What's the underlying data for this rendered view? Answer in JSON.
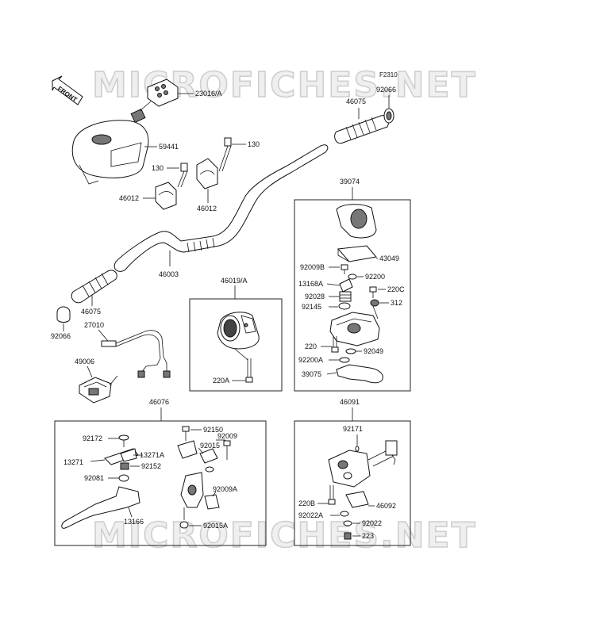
{
  "figure_code": "F2310",
  "front_label": "FRONT",
  "watermark": "MICROFICHES.NET",
  "labels": {
    "p23016a": "23016/A",
    "p59441": "59441",
    "p130a": "130",
    "p130b": "130",
    "p46012a": "46012",
    "p46012b": "46012",
    "p92066a": "92066",
    "p46075a": "46075",
    "p46003": "46003",
    "p46075b": "46075",
    "p92066b": "92066",
    "p27010": "27010",
    "p49006": "49006",
    "p46019a": "46019/A",
    "p220a": "220A",
    "p39074": "39074",
    "p43049": "43049",
    "p92009b": "92009B",
    "p92200": "92200",
    "p13168a": "13168A",
    "p220c": "220C",
    "p92028": "92028",
    "p312": "312",
    "p92145": "92145",
    "p220": "220",
    "p92049": "92049",
    "p92200a": "92200A",
    "p39075": "39075",
    "p46076": "46076",
    "p92150": "92150",
    "p92009": "92009",
    "p92172": "92172",
    "p92015": "92015",
    "p13271": "13271",
    "p13271a": "13271A",
    "p92152": "92152",
    "p92081": "92081",
    "p92009a": "92009A",
    "p13166": "13166",
    "p92015a": "92015A",
    "p46091": "46091",
    "p92171": "92171",
    "p220b": "220B",
    "p46092": "46092",
    "p92022a": "92022A",
    "p92022": "92022",
    "p223": "223"
  }
}
